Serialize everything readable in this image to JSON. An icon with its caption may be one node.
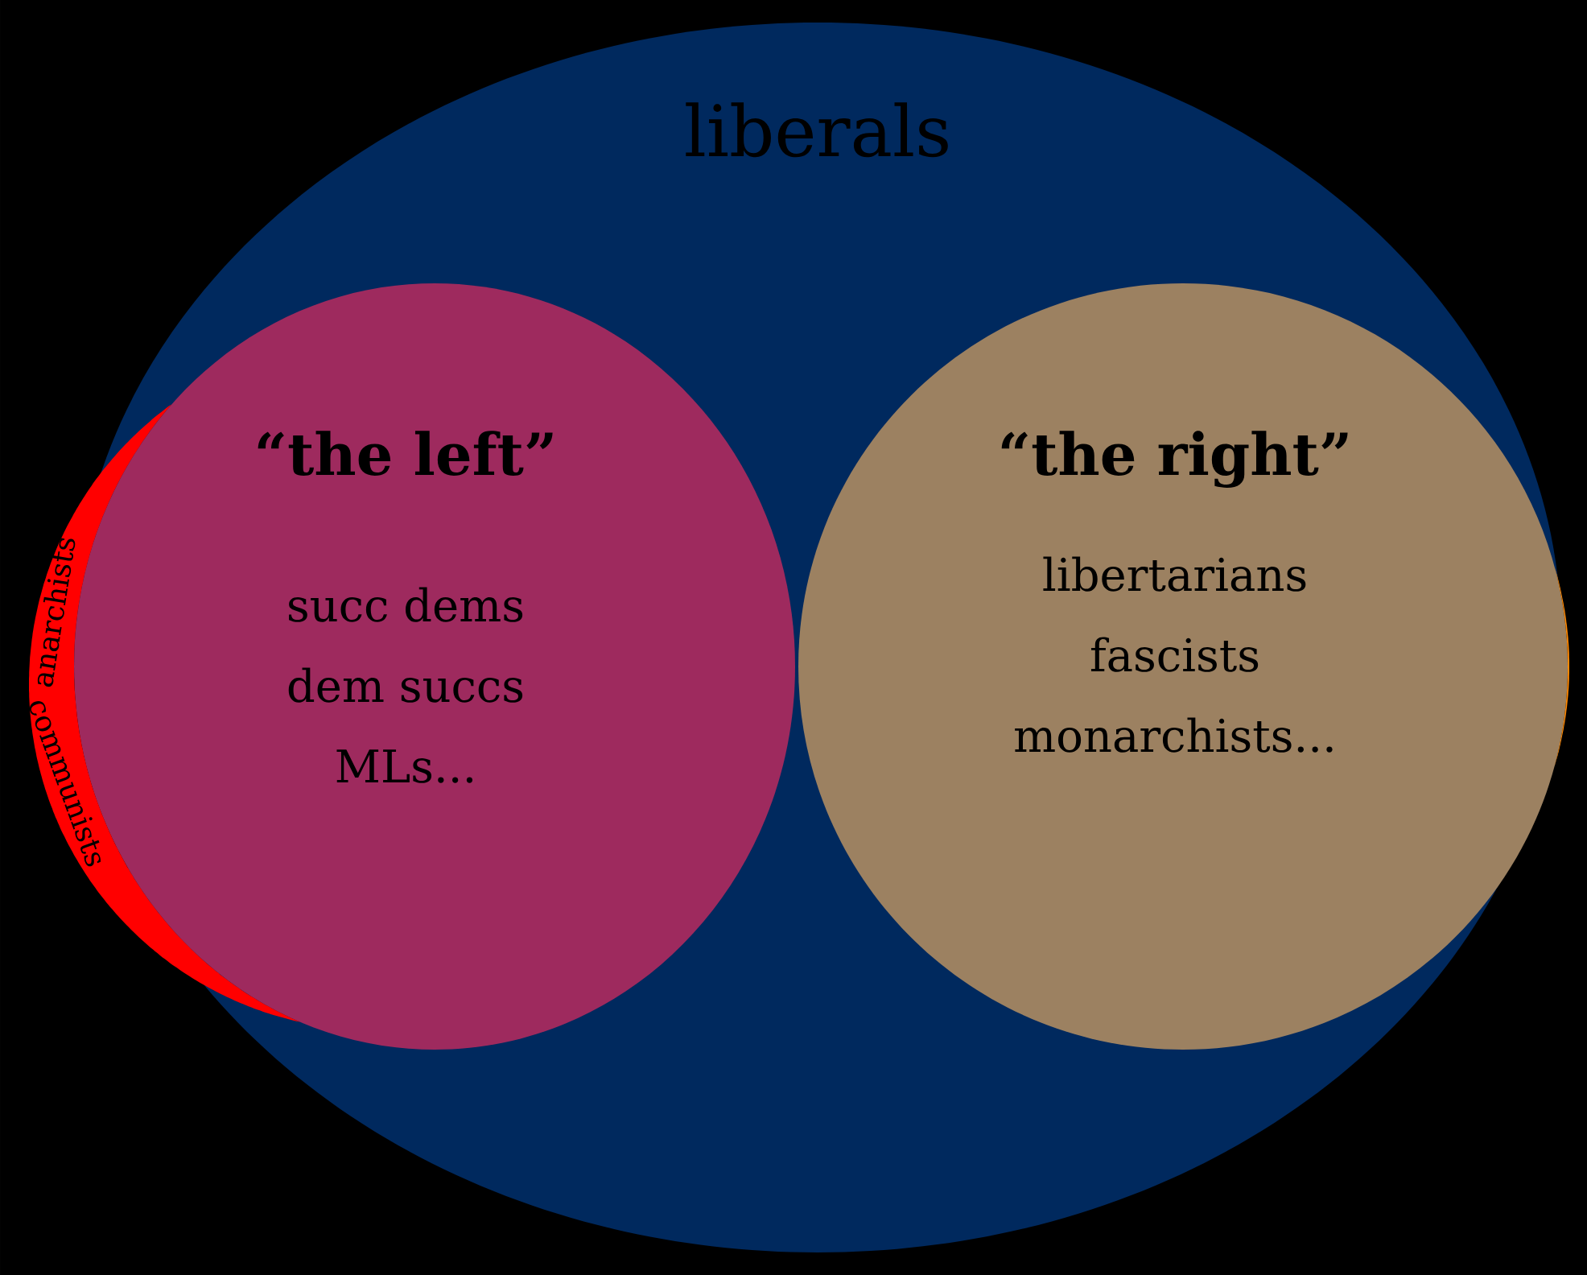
{
  "diagram": {
    "nodes": [
      {
        "text": [
          "liberals"
        ]
      },
      {
        "text": [
          "“the left”",
          "succ dems",
          "dem succs",
          "MLs..."
        ],
        "in": 0
      },
      {
        "text": [
          "“the right”",
          "libertarians",
          "fascists",
          "monarchists..."
        ],
        "in": 0
      },
      {
        "text": [
          "anarchists",
          "communists"
        ]
      }
    ]
  }
}
